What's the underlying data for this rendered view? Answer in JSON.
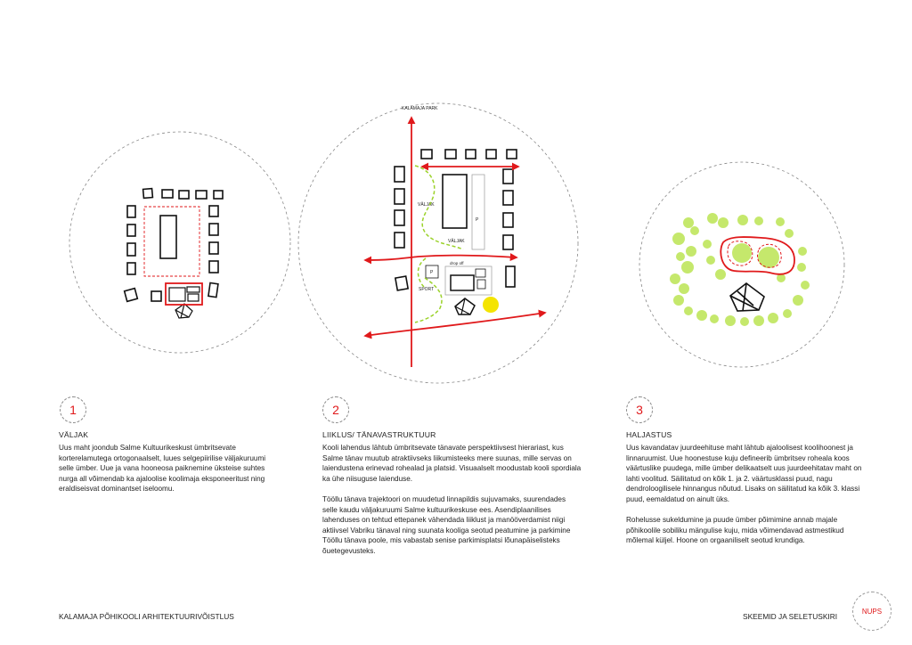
{
  "sections": [
    {
      "number": "1",
      "title": "VÄLJAK",
      "paragraphs": [
        "Uus maht joondub Salme Kultuurikeskust ümbritsevate korterelamutega ortogonaalselt, luues selgepiirilise väljakuruumi selle ümber. Uue ja vana hooneosa paiknemine üksteise suhtes nurga all võimendab ka ajaloolise koolimaja eksponeeritust ning eraldiseisvat dominantset iseloomu."
      ]
    },
    {
      "number": "2",
      "title": "LIIKLUS/ TÄNAVASTRUKTUUR",
      "paragraphs": [
        "Kooli lahendus lähtub ümbritsevate tänavate perspektiivsest hierariast, kus Salme tänav muutub atraktiivseks liikumisteeks mere suunas, mille servas on laiendustena erinevad rohealad ja platsid. Visuaalselt moodustab kooli spordiala ka ühe niisuguse laienduse.",
        "Tööllu tänava trajektoori on muudetud linnapildis sujuvamaks, suurendades selle kaudu väljakuruumi Salme kultuurikeskuse ees. Asendiplaanilises lahenduses on tehtud ettepanek vähendada liiklust ja manööverdamist niigi aktiivsel Vabriku tänaval ning suunata kooliga seotud peatumine ja parkimine Tööllu tänava poole, mis vabastab senise parkimisplatsi lõunapäiselisteks õuetegevusteks."
      ]
    },
    {
      "number": "3",
      "title": "HALJASTUS",
      "paragraphs": [
        "Uus kavandatav juurdeehituse maht lähtub ajaloolisest koolihoonest ja linnaruumist. Uue hoonestuse kuju defineerib ümbritsev roheala koos väärtuslike puudega, mille ümber delikaatselt uus juurdeehitatav maht on lahti voolitud. Säilitatud on kõik 1. ja 2. väärtusklassi puud, nagu dendroloogilisele hinnangus nõutud. Lisaks on säilitatud ka kõik 3. klassi puud, eemaldatud on ainult üks.",
        "Rohelusse sukeldumine ja puude ümber põimimine annab majale põhikoolile sobiliku mängulise kuju, mida võimendavad astmestikud mõlemal küljel. Hoone on orgaaniliselt seotud krundiga."
      ]
    }
  ],
  "diagram2": {
    "top_label": "KALAMAJA PARK",
    "label_valjak_1": "VÄLJAK",
    "label_valjak_2": "VÄLJAK",
    "label_p_1": "P",
    "label_p_2": "P",
    "label_dropoff": "drop off",
    "label_sport": "SPORT"
  },
  "footer": {
    "left": "KALAMAJA PÕHIKOOLI ARHITEKTUURIVÕISTLUS",
    "right": "SKEEMID JA SELETUSKIRI",
    "logo": "NUPS"
  },
  "colors": {
    "accent_red": "#e0191b",
    "tree_green": "#c5e86c",
    "path_green": "#9bd22a",
    "sun_yellow": "#f4e400"
  }
}
